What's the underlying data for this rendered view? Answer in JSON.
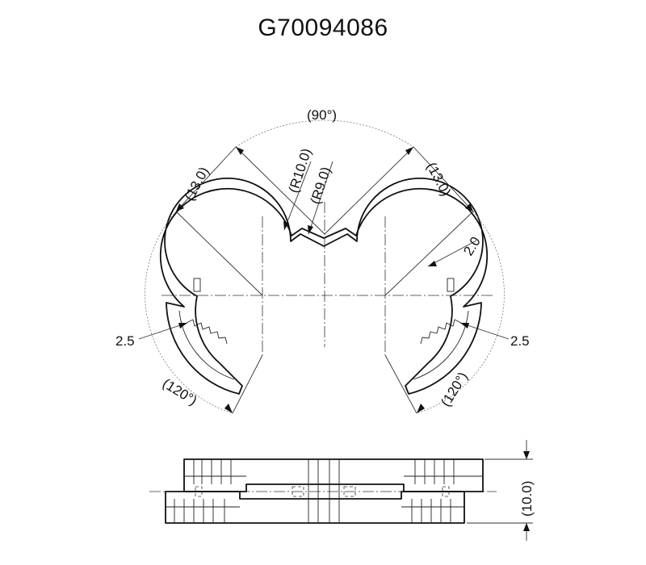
{
  "drawing": {
    "part_number": "G70094086",
    "dimensions": {
      "angle_top": "(90°)",
      "radius_left_arc": "(13.0)",
      "radius_right_arc": "(13.0)",
      "radius_notch_outer": "(R10.0)",
      "radius_notch_inner": "(R9.0)",
      "wall_thickness": "2.0",
      "jaw_left": "2.5",
      "jaw_right": "2.5",
      "angle_left_jaw": "(120°)",
      "angle_right_jaw": "(120°)",
      "height_side_view": "(10.0)"
    }
  }
}
